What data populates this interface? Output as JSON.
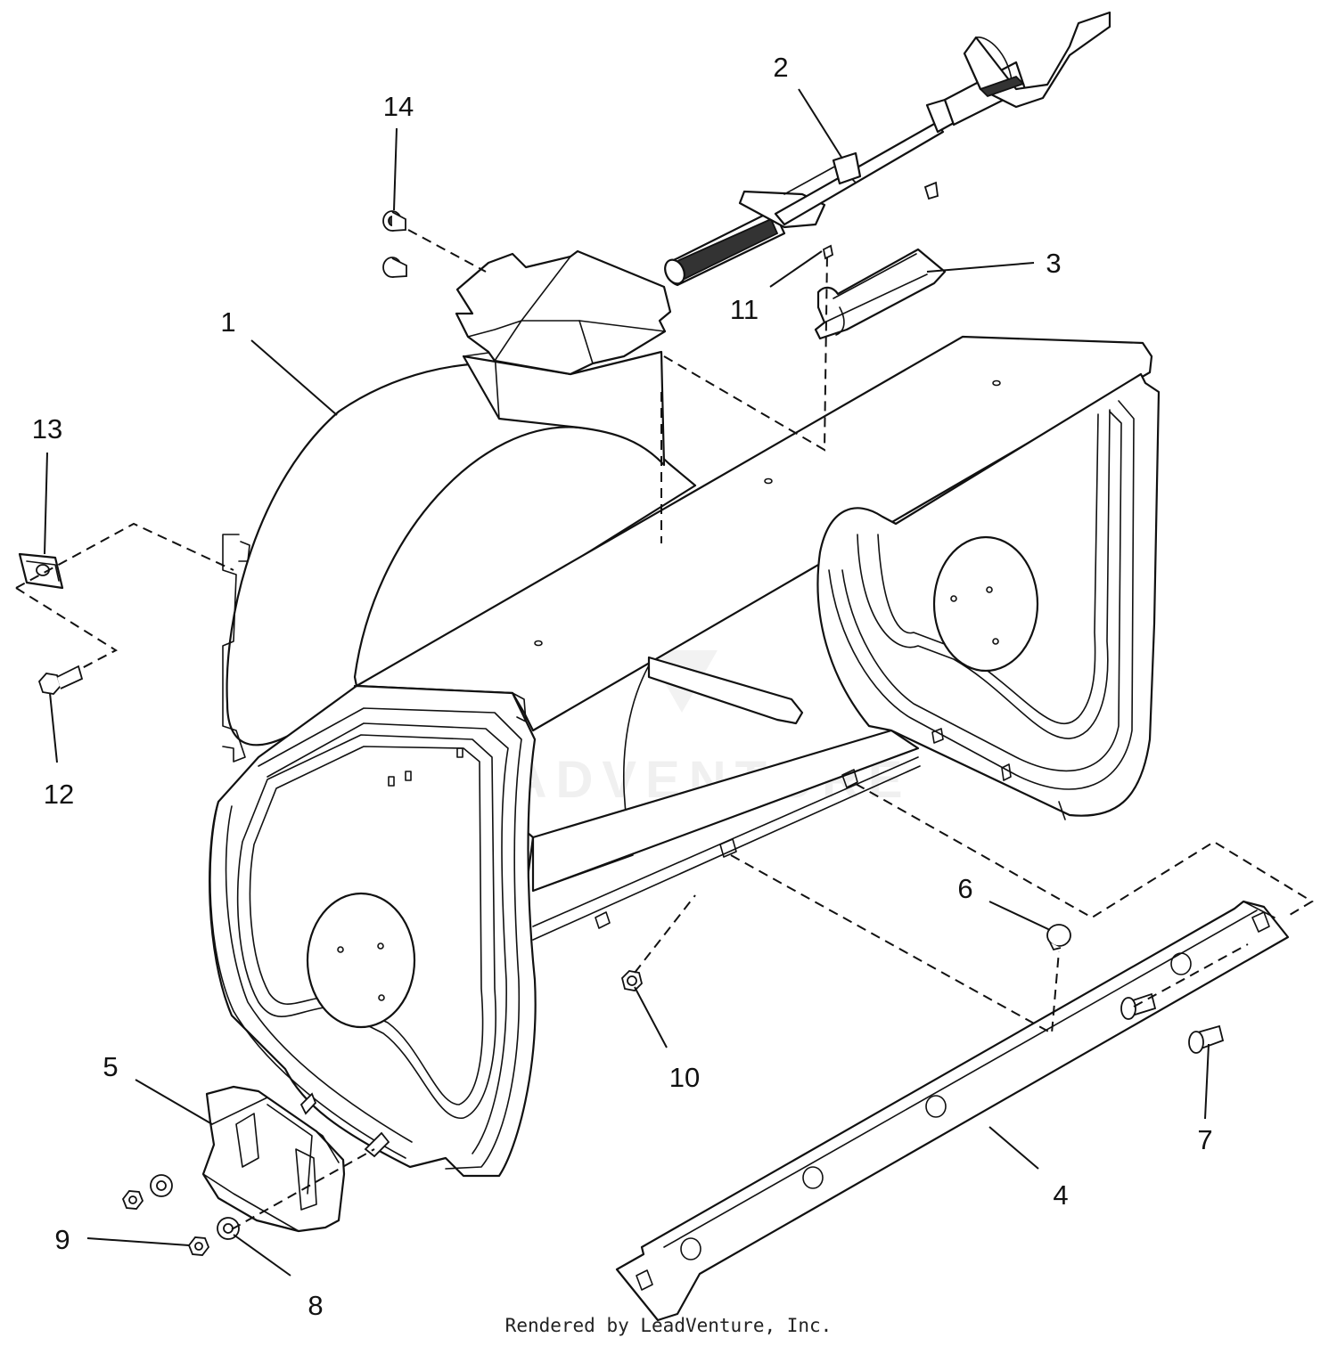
{
  "diagram": {
    "watermark_text": "LEADVENTURE",
    "credit": "Rendered by LeadVenture, Inc.",
    "callouts": [
      {
        "id": "1",
        "label": "1"
      },
      {
        "id": "2",
        "label": "2"
      },
      {
        "id": "3",
        "label": "3"
      },
      {
        "id": "4",
        "label": "4"
      },
      {
        "id": "5",
        "label": "5"
      },
      {
        "id": "6",
        "label": "6"
      },
      {
        "id": "7",
        "label": "7"
      },
      {
        "id": "8",
        "label": "8"
      },
      {
        "id": "9",
        "label": "9"
      },
      {
        "id": "10",
        "label": "10"
      },
      {
        "id": "11",
        "label": "11"
      },
      {
        "id": "12",
        "label": "12"
      },
      {
        "id": "13",
        "label": "13"
      },
      {
        "id": "14",
        "label": "14"
      }
    ]
  }
}
